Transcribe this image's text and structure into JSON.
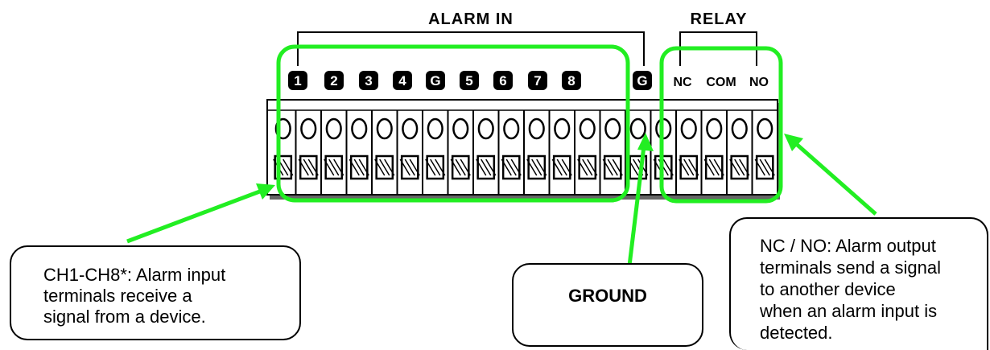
{
  "headers": {
    "alarm_in": "ALARM IN",
    "relay": "RELAY"
  },
  "terminal_labels": [
    "1",
    "2",
    "3",
    "4",
    "G",
    "5",
    "6",
    "7",
    "8",
    "G"
  ],
  "relay_labels": [
    "NC",
    "COM",
    "NO"
  ],
  "terminal_count": 20,
  "callouts": {
    "channels": [
      "CH1-CH8*: Alarm input",
      "terminals receive a",
      "signal from a device."
    ],
    "ground": "GROUND",
    "nc_no": [
      "NC / NO: Alarm output",
      "terminals send a signal",
      "to another device",
      "when an alarm input is",
      "detected."
    ]
  },
  "colors": {
    "highlight": "#22ee22",
    "ink": "#000000",
    "block_shadow": "#555555"
  }
}
